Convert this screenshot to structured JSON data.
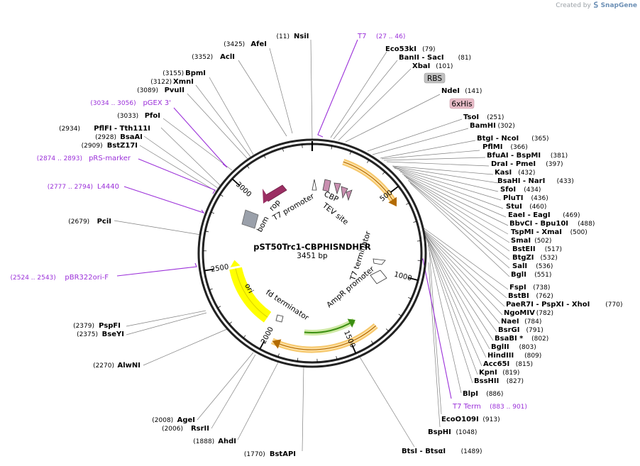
{
  "credit": {
    "prefix": "Created by",
    "brand": "SnapGene"
  },
  "plasmid": {
    "name": "pST50Trc1-CBPHISNDHFR",
    "length_label": "3451 bp",
    "length": 3451
  },
  "ticks": [
    "500",
    "1000",
    "1500",
    "2000",
    "2500",
    "3000"
  ],
  "features": [
    {
      "name": "rop",
      "color": "#9b2e63"
    },
    {
      "name": "bom",
      "color": "#9aa0aa"
    },
    {
      "name": "T7 promoter",
      "color": "#ffffff"
    },
    {
      "name": "CBP",
      "color": "#c98fb0"
    },
    {
      "name": "TEV site",
      "color": "#c98fb0"
    },
    {
      "name": "T7 terminator",
      "color": "#ffffff"
    },
    {
      "name": "AmpR promoter",
      "color": "#ffffff"
    },
    {
      "name": "fd terminator",
      "color": "#ffffff"
    },
    {
      "name": "ori",
      "color": "#ffff00"
    }
  ],
  "boxes": [
    {
      "name": "RBS",
      "color": "#c0c0c0"
    },
    {
      "name": "6xHis",
      "color": "#e8bcc8"
    }
  ],
  "left_labels": [
    {
      "pos": "(3425)",
      "name": "AfeI"
    },
    {
      "pos": "(3352)",
      "name": "AclI"
    },
    {
      "pos": "(3155)",
      "name": "BpmI"
    },
    {
      "pos": "(3122)",
      "name": "XmnI"
    },
    {
      "pos": "(3089)",
      "name": "PvuII"
    },
    {
      "pos": "(3034 .. 3056)",
      "name": "pGEX 3'",
      "purple": true
    },
    {
      "pos": "(3033)",
      "name": "PfoI"
    },
    {
      "pos": "(2934)",
      "name": "PflFI - Tth111I"
    },
    {
      "pos": "(2928)",
      "name": "BsaAI"
    },
    {
      "pos": "(2909)",
      "name": "BstZ17I"
    },
    {
      "pos": "(2874 .. 2893)",
      "name": "pRS-marker",
      "purple": true
    },
    {
      "pos": "(2777 .. 2794)",
      "name": "L4440",
      "purple": true
    },
    {
      "pos": "(2679)",
      "name": "PciI"
    },
    {
      "pos": "(2524 .. 2543)",
      "name": "pBR322ori-F",
      "purple": true
    },
    {
      "pos": "(2379)",
      "name": "PspFI"
    },
    {
      "pos": "(2375)",
      "name": "BseYI"
    },
    {
      "pos": "(2270)",
      "name": "AlwNI"
    },
    {
      "pos": "(2008)",
      "name": "AgeI"
    },
    {
      "pos": "(2006)",
      "name": "RsrII"
    },
    {
      "pos": "(1888)",
      "name": "AhdI"
    },
    {
      "pos": "(1770)",
      "name": "BstAPI"
    }
  ],
  "right_labels": [
    {
      "name": "Eco53kI",
      "pos": "(79)"
    },
    {
      "name": "BanII - SacI",
      "pos": "(81)"
    },
    {
      "name": "XbaI",
      "pos": "(101)"
    },
    {
      "name": "NdeI",
      "pos": "(141)"
    },
    {
      "name": "TsoI",
      "pos": "(251)"
    },
    {
      "name": "BamHI",
      "pos": "(302)"
    },
    {
      "name": "BtgI - NcoI",
      "pos": "(365)"
    },
    {
      "name": "PflMI",
      "pos": "(366)"
    },
    {
      "name": "BfuAI - BspMI",
      "pos": "(381)"
    },
    {
      "name": "DraI - PmeI",
      "pos": "(397)"
    },
    {
      "name": "KasI",
      "pos": "(432)"
    },
    {
      "name": "BsaHI - NarI",
      "pos": "(433)"
    },
    {
      "name": "SfoI",
      "pos": "(434)"
    },
    {
      "name": "PluTI",
      "pos": "(436)"
    },
    {
      "name": "StuI",
      "pos": "(460)"
    },
    {
      "name": "EaeI - EagI",
      "pos": "(469)"
    },
    {
      "name": "BbvCI - Bpu10I",
      "pos": "(488)"
    },
    {
      "name": "TspMI - XmaI",
      "pos": "(500)"
    },
    {
      "name": "SmaI",
      "pos": "(502)"
    },
    {
      "name": "BstEII",
      "pos": "(517)"
    },
    {
      "name": "BtgZI",
      "pos": "(532)"
    },
    {
      "name": "SalI",
      "pos": "(536)"
    },
    {
      "name": "BglI",
      "pos": "(551)"
    },
    {
      "name": "FspI",
      "pos": "(738)"
    },
    {
      "name": "BstBI",
      "pos": "(762)"
    },
    {
      "name": "PaeR7I - PspXI - XhoI",
      "pos": "(770)"
    },
    {
      "name": "NgoMIV",
      "pos": "(782)"
    },
    {
      "name": "NaeI",
      "pos": "(784)"
    },
    {
      "name": "BsrGI",
      "pos": "(791)"
    },
    {
      "name": "BsaBI *",
      "pos": "(802)"
    },
    {
      "name": "BglII",
      "pos": "(803)"
    },
    {
      "name": "HindIII",
      "pos": "(809)"
    },
    {
      "name": "Acc65I",
      "pos": "(815)"
    },
    {
      "name": "KpnI",
      "pos": "(819)"
    },
    {
      "name": "BssHII",
      "pos": "(827)"
    },
    {
      "name": "BlpI",
      "pos": "(886)"
    },
    {
      "name": "T7 Term",
      "pos": "(883 .. 901)",
      "purple": true
    },
    {
      "name": "EcoO109I",
      "pos": "(913)"
    },
    {
      "name": "BspHI",
      "pos": "(1048)"
    },
    {
      "name": "BtsI - BtsαI",
      "pos": "(1489)"
    }
  ],
  "top_labels": [
    {
      "pos": "(11)",
      "name": "NsiI"
    },
    {
      "name": "T7",
      "pos": "(27 .. 46)",
      "purple": true
    }
  ]
}
